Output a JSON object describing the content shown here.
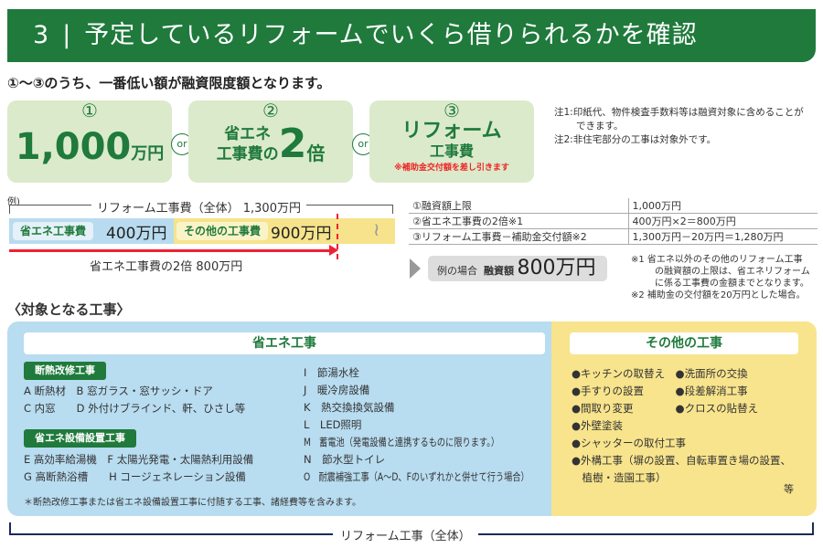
{
  "header": {
    "number": "3",
    "title": "予定しているリフォームでいくら借りられるかを確認"
  },
  "subtitle": "①～③のうち、一番低い額が融資限度額となります。",
  "choices": [
    {
      "num": "①",
      "amount": "1,000",
      "unit": "万円"
    },
    {
      "num": "②",
      "line1": "省エネ",
      "line2": "工事費の",
      "big": "2",
      "suffix": "倍"
    },
    {
      "num": "③",
      "line1": "リフォーム",
      "line2": "工事費",
      "note": "※補助金交付額を差し引きます"
    }
  ],
  "or_label": "or",
  "notes": [
    "注1:印紙代、物件検査手数料等は融資対象に含めることが",
    "できます。",
    "注2:非住宅部分の工事は対象外です。"
  ],
  "example": {
    "label": "例)",
    "total": "リフォーム工事費（全体） 1,300万円",
    "eco_label": "省エネ工事費",
    "eco_amount": "400万円",
    "other_label": "その他の工事費",
    "other_amount": "900万円",
    "twice": "省エネ工事費の2倍 800万円"
  },
  "calc_table": [
    [
      "①融資額上限",
      "1,000万円"
    ],
    [
      "②省エネ工事費の2倍※1",
      "400万円×2＝800万円"
    ],
    [
      "③リフォーム工事費－補助金交付額※2",
      "1,300万円－20万円＝1,280万円"
    ]
  ],
  "result": {
    "prefix": "例の場合",
    "label": "融資額",
    "amount": "800万円"
  },
  "footnotes": [
    "※1  省エネ以外のその他のリフォーム工事",
    "の融資額の上限は、省エネリフォーム",
    "に係る工事費の金額までとなります。",
    "※2  補助金の交付額を20万円とした場合。"
  ],
  "targets_title": "〈対象となる工事〉",
  "eco": {
    "title": "省エネ工事",
    "group1": "断熱改修工事",
    "g1_lines": [
      "A 断熱材　B 窓ガラス・窓サッシ・ドア",
      "C 内窓　　D 外付けブラインド、軒、ひさし等"
    ],
    "group2": "省エネ設備設置工事",
    "g2_lines": [
      "E 高効率給湯機　F 太陽光発電・太陽熱利用設備",
      "G 高断熱浴槽　　H コージェネレーション設備"
    ],
    "right": [
      "I　節湯水栓",
      "J　暖冷房設備",
      "K　熱交換換気設備",
      "L　LED照明",
      "M　蓄電池（発電設備と連携するものに限ります。）",
      "N　節水型トイレ",
      "O　耐震補強工事（A～D、Fのいずれかと併せて行う場合）"
    ],
    "note": "＊断熱改修工事または省エネ設備設置工事に付随する工事、諸経費等を含みます。"
  },
  "other": {
    "title": "その他の工事",
    "lines": [
      "●キッチンの取替え　●洗面所の交換",
      "●手すりの設置　　　●段差解消工事",
      "●間取り変更　　　　●クロスの貼替え",
      "●外壁塗装",
      "●シャッターの取付工事",
      "●外構工事（塀の設置、自転車置き場の設置、",
      "　植樹・造園工事）"
    ],
    "etc": "等"
  },
  "footer": "リフォーム工事（全体）",
  "colors": {
    "green": "#1f7a3c",
    "blue": "#b8dcf0",
    "yellow": "#f8e48c",
    "red": "#e22233"
  }
}
